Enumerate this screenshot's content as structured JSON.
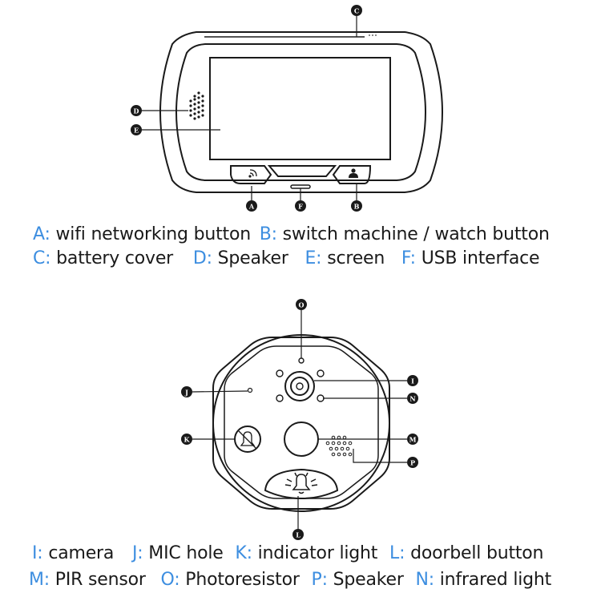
{
  "front": {
    "callouts": {
      "A": "A",
      "B": "B",
      "C": "C",
      "D": "D",
      "E": "E",
      "F": "F"
    },
    "legend_rows": [
      [
        {
          "key": "A:",
          "text": "wifi networking button"
        },
        {
          "key": "B:",
          "text": "switch machine / watch button"
        }
      ],
      [
        {
          "key": "C:",
          "text": "battery cover"
        },
        {
          "key": "D:",
          "text": "Speaker"
        },
        {
          "key": "E:",
          "text": "screen"
        },
        {
          "key": "F:",
          "text": "USB interface"
        }
      ]
    ]
  },
  "back": {
    "callouts": {
      "O": "O",
      "I": "I",
      "J": "J",
      "N": "N",
      "K": "K",
      "M": "M",
      "P": "P",
      "L": "L"
    },
    "legend_rows": [
      [
        {
          "key": "I:",
          "text": "camera"
        },
        {
          "key": "J:",
          "text": "MIC hole"
        },
        {
          "key": "K:",
          "text": "indicator light"
        },
        {
          "key": "L:",
          "text": "doorbell button"
        }
      ],
      [
        {
          "key": "M:",
          "text": "PIR sensor"
        },
        {
          "key": "O:",
          "text": "Photoresistor"
        },
        {
          "key": "P:",
          "text": "Speaker"
        },
        {
          "key": "N:",
          "text": "infrared light"
        }
      ]
    ]
  },
  "colors": {
    "line": "#1a1a1a",
    "legend_key": "#3d8ee0",
    "legend_text": "#1a1a1a",
    "callout_fill": "#1a1a1a",
    "callout_text": "#ffffff"
  }
}
